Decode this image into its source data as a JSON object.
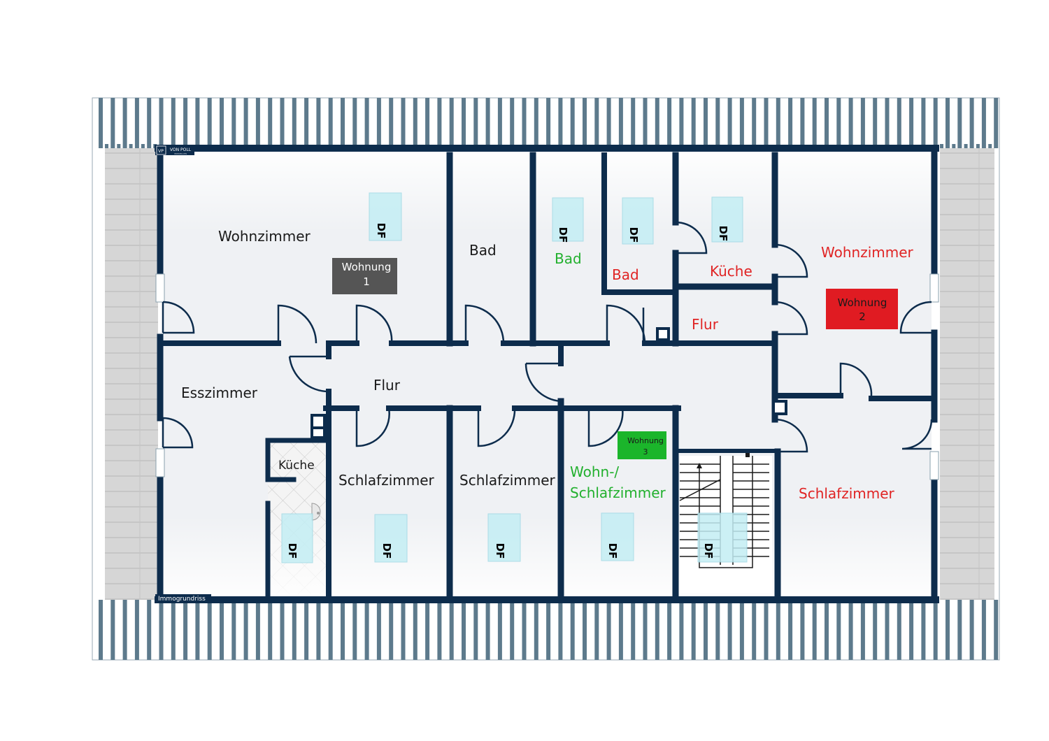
{
  "colors": {
    "wall": "#0d2c4c",
    "floor": "#eff1f4",
    "roof_stripe": "#5d7a8c",
    "terrace": "#d2d2d2",
    "skylight": "#c4eef4",
    "black_text": "#1a1a1a",
    "green_text": "#22b02e",
    "red_text": "#e02424",
    "badge_dark": "#555555",
    "badge_red": "#e01b22",
    "badge_green": "#1bb52b"
  },
  "logo": {
    "initials": "VP",
    "brand": "VON POLL",
    "tagline": "IMMOBILIEN"
  },
  "credit": "Immogrundriss",
  "rooms": {
    "wohnzimmer_1": "Wohnzimmer",
    "esszimmer": "Esszimmer",
    "kueche_1": "Küche",
    "flur_1": "Flur",
    "bad_1": "Bad",
    "schlafzimmer_1": "Schlafzimmer",
    "schlafzimmer_2": "Schlafzimmer",
    "bad_3": "Bad",
    "wohn_schlaf_line1": "Wohn-/",
    "wohn_schlaf_line2": "Schlafzimmer",
    "bad_2": "Bad",
    "kueche_2": "Küche",
    "flur_2": "Flur",
    "wohnzimmer_2": "Wohnzimmer",
    "schlafzimmer_3": "Schlafzimmer"
  },
  "badges": {
    "wohnung_1": {
      "line1": "Wohnung",
      "line2": "1"
    },
    "wohnung_2": {
      "line1": "Wohnung",
      "line2": "2"
    },
    "wohnung_3": {
      "line1": "Wohnung",
      "line2": "3"
    }
  },
  "skylight_label": "DF"
}
